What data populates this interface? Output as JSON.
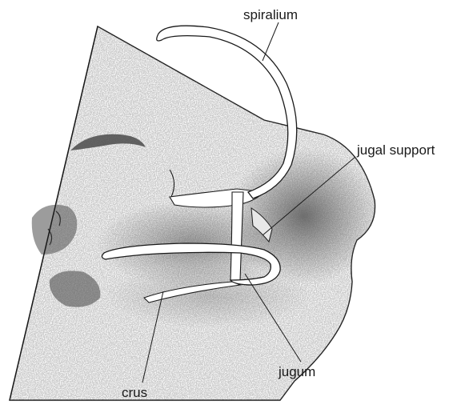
{
  "figure": {
    "labels": {
      "spiralium": "spiralium",
      "jugal_support": "jugal support",
      "jugum": "jugum",
      "crus": "crus"
    },
    "colors": {
      "background": "#ffffff",
      "outline": "#1a1a1a",
      "stipple": "#6a6a6a",
      "shell_fill": "#f4f4f4"
    }
  }
}
